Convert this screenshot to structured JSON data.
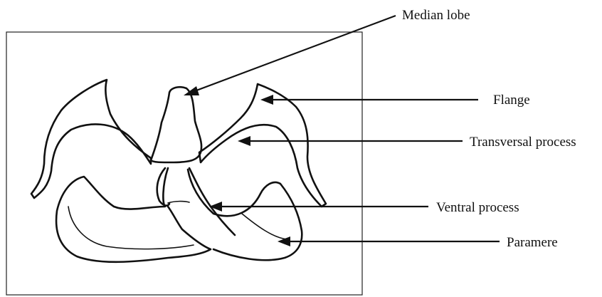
{
  "labels": {
    "median_lobe": "Median lobe",
    "flange": "Flange",
    "transversal_process": "Transversal process",
    "ventral_process": "Ventral process",
    "paramere": "Paramere"
  }
}
